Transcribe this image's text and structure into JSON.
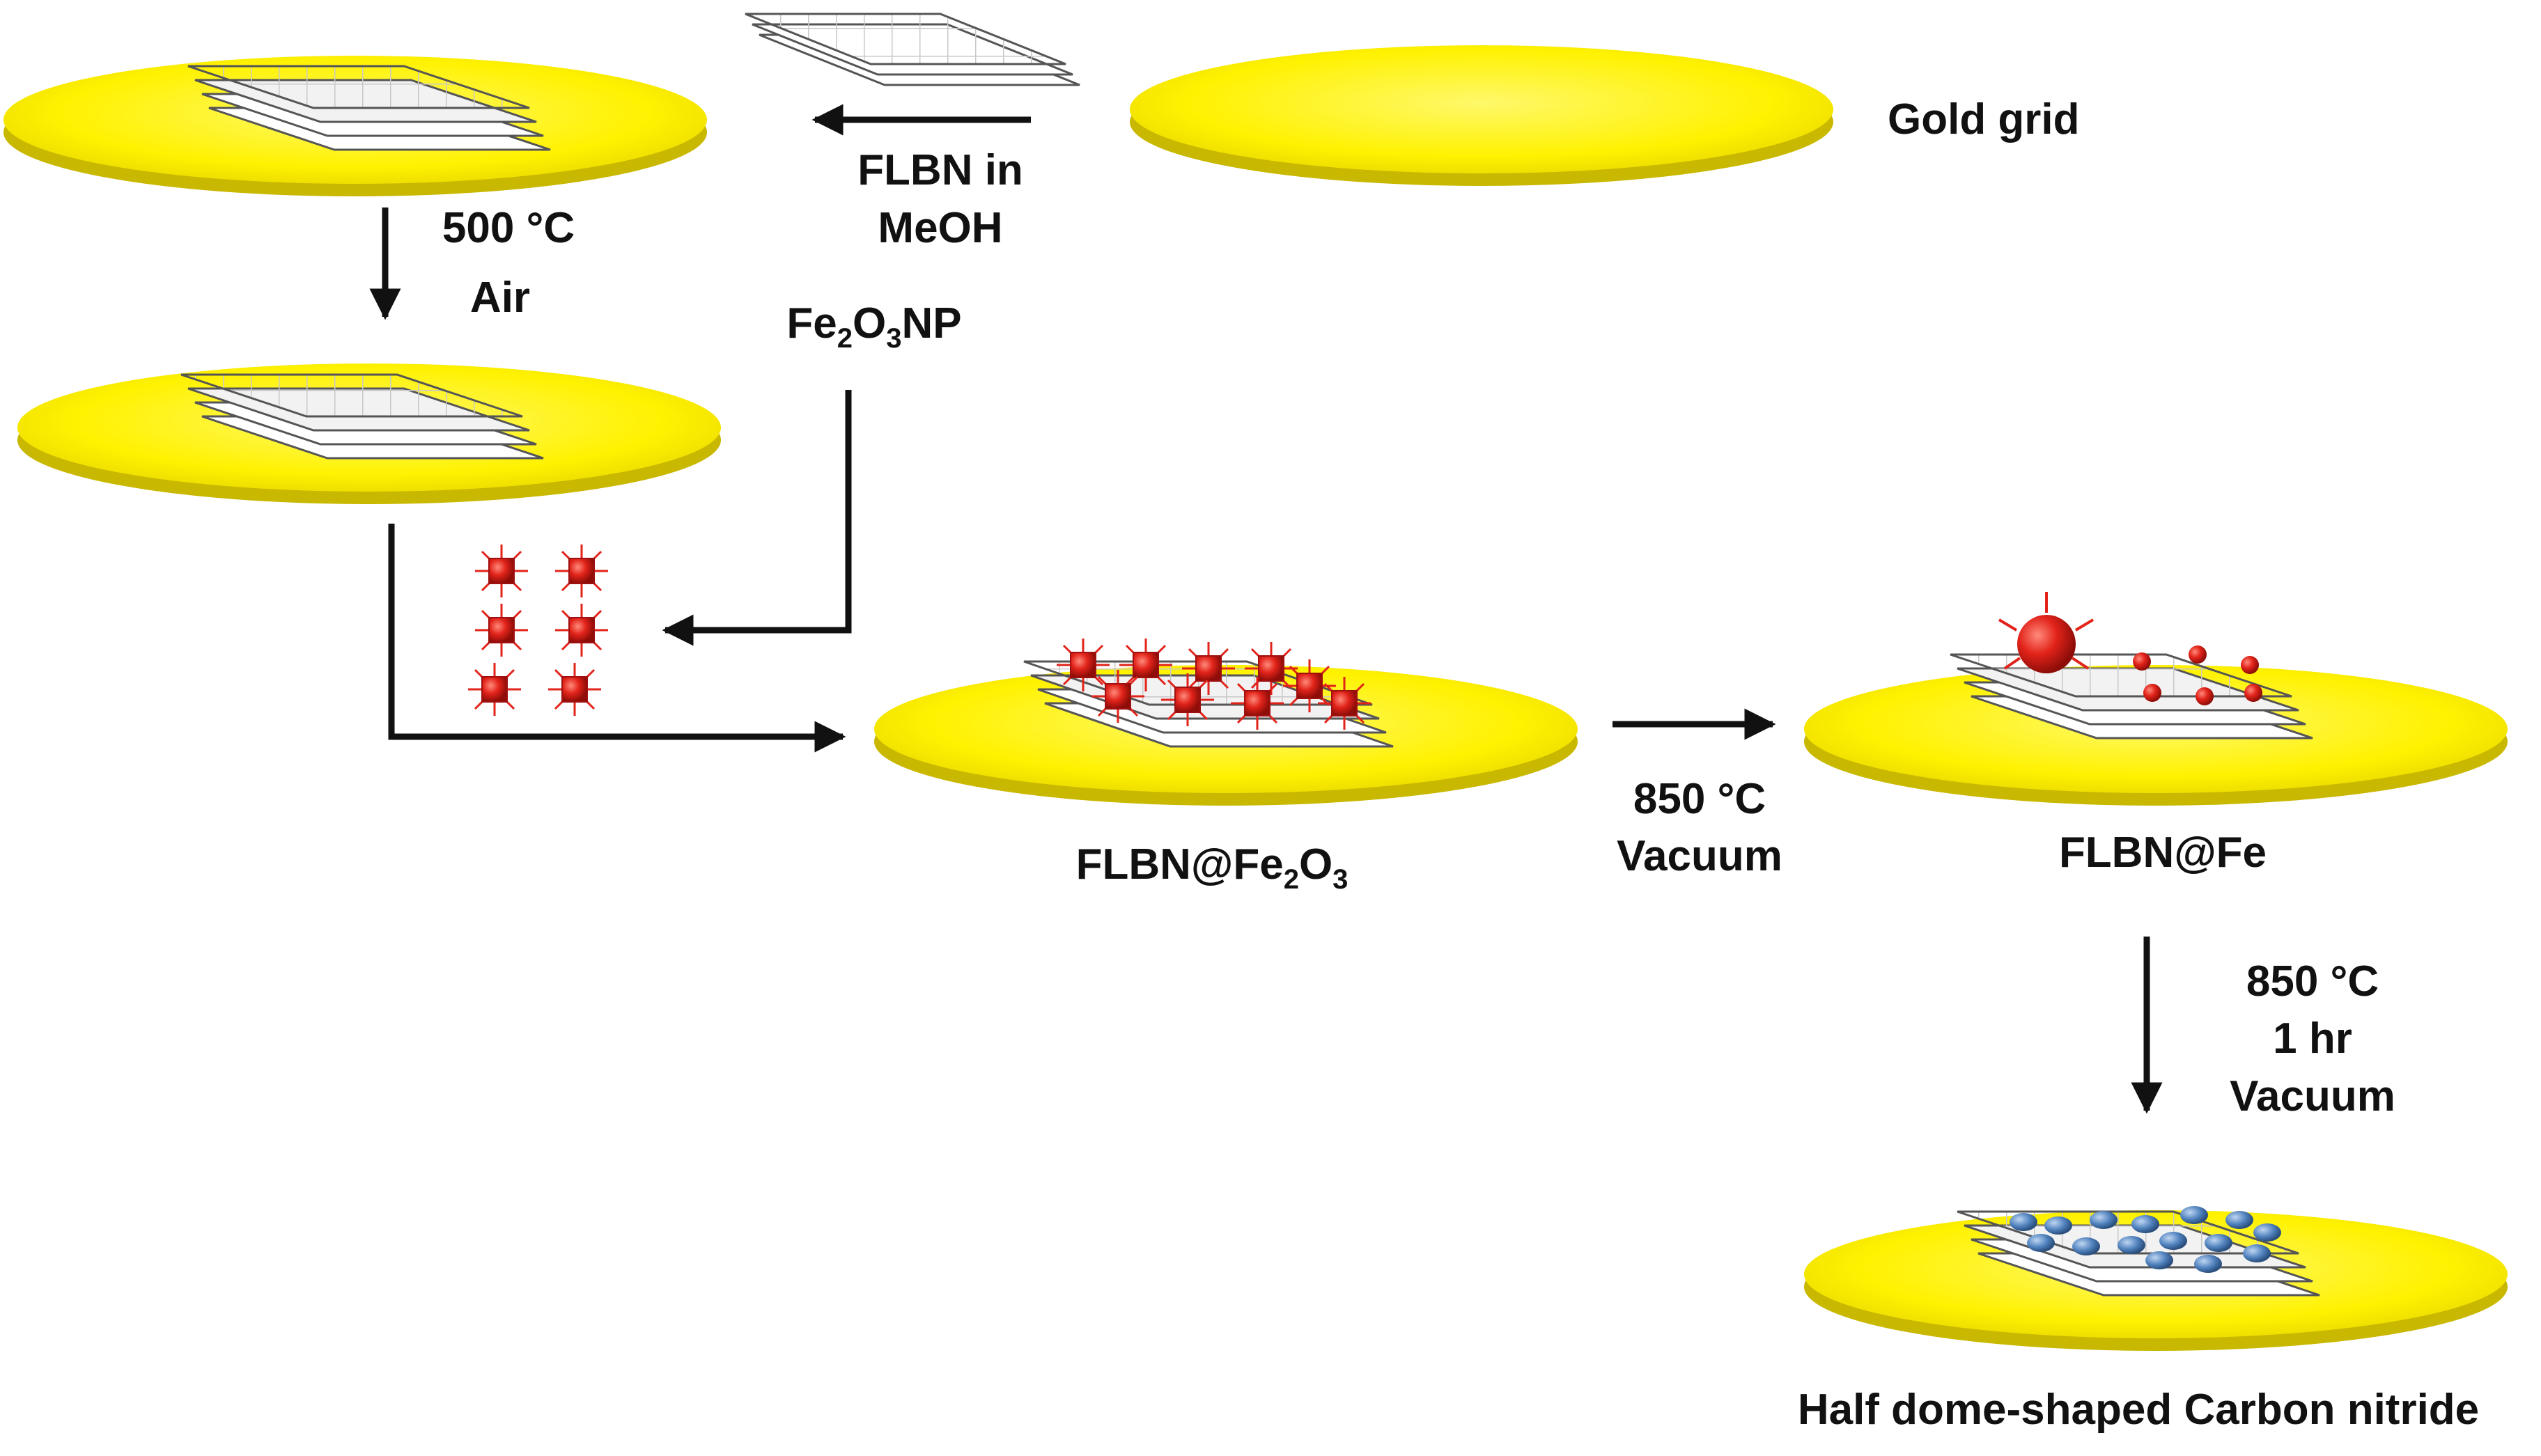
{
  "labels": {
    "gold_grid": "Gold grid",
    "flbn_in_meoh_line1": "FLBN in",
    "flbn_in_meoh_line2": "MeOH",
    "step1_temp": "500 °C",
    "step1_atm": "Air",
    "np_name": {
      "base1": "Fe",
      "sub1": "2",
      "base2": "O",
      "sub2": "3",
      "tail": "NP"
    },
    "flbn_fe2o3": {
      "base1": "FLBN@Fe",
      "sub1": "2",
      "base2": "O",
      "sub2": "3"
    },
    "step3_temp": "850 °C",
    "step3_atm": "Vacuum",
    "flbn_fe": "FLBN@Fe",
    "step4_temp": "850 °C",
    "step4_time": "1 hr",
    "step4_atm": "Vacuum",
    "final_product": "Half dome-shaped Carbon nitride"
  },
  "colors": {
    "gold_top": "#FFF200",
    "gold_rim": "#C9B800",
    "sheet": "#F2F2F2",
    "nanoparticle": "#E2231A",
    "carbon_nitride": "#4F81BD",
    "arrow": "#111111"
  }
}
